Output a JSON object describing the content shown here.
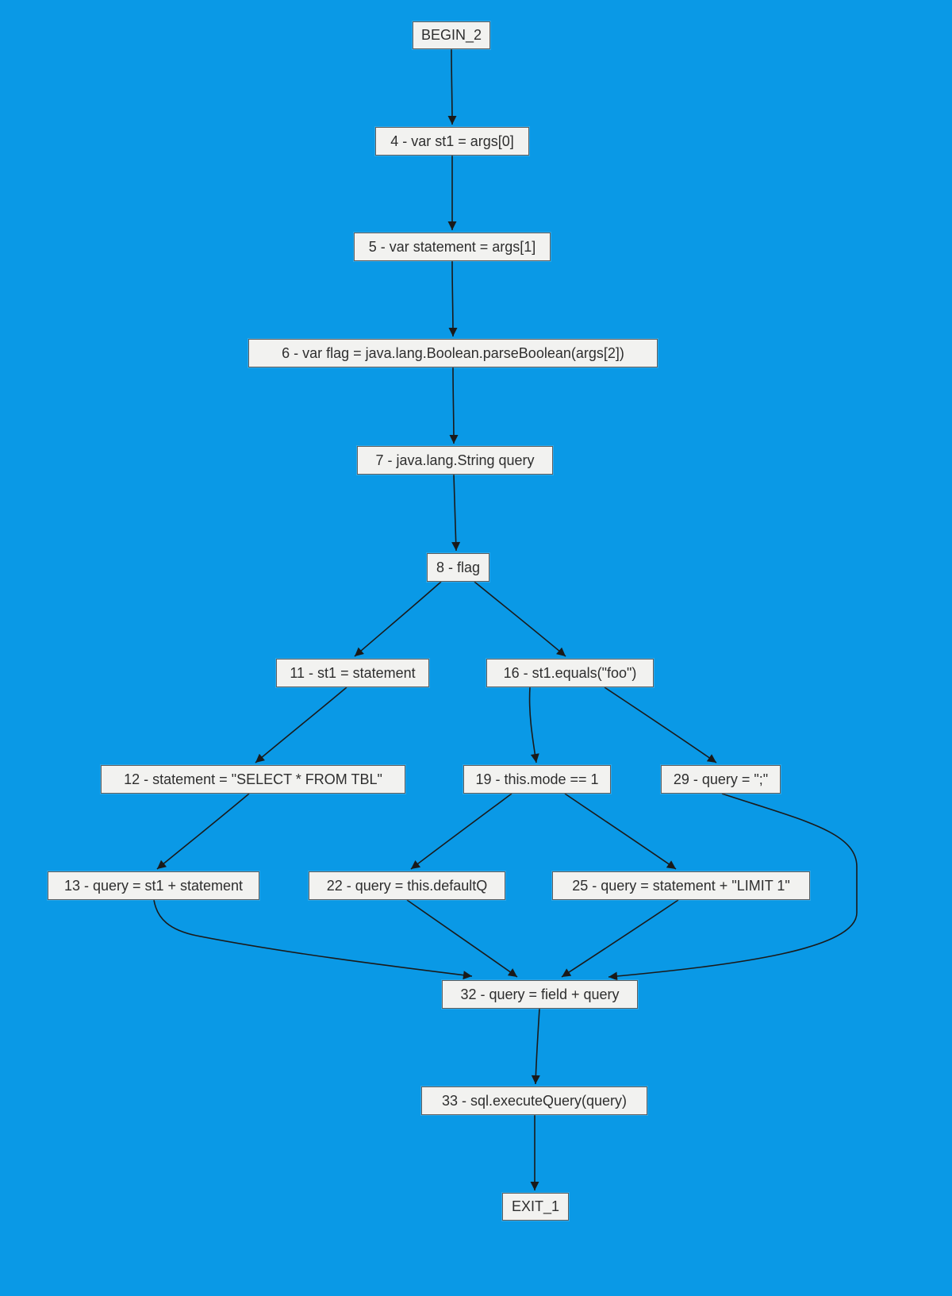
{
  "diagram": {
    "type": "control-flow-graph",
    "colors": {
      "background": "#0a99e6",
      "node_fill": "#f2f2f0",
      "node_border": "#5f5f5f",
      "node_text": "#2e2e2e",
      "edge": "#1a1a1a"
    },
    "nodes": [
      {
        "id": "BEGIN_2",
        "label": "BEGIN_2"
      },
      {
        "id": "4",
        "label": "4 - var st1 = args[0]"
      },
      {
        "id": "5",
        "label": "5 - var statement = args[1]"
      },
      {
        "id": "6",
        "label": "6 - var flag = java.lang.Boolean.parseBoolean(args[2])"
      },
      {
        "id": "7",
        "label": "7 - java.lang.String query"
      },
      {
        "id": "8",
        "label": "8 - flag"
      },
      {
        "id": "11",
        "label": "11 - st1 = statement"
      },
      {
        "id": "16",
        "label": "16 - st1.equals(\"foo\")"
      },
      {
        "id": "12",
        "label": "12 - statement = \"SELECT * FROM TBL\""
      },
      {
        "id": "19",
        "label": "19 - this.mode == 1"
      },
      {
        "id": "29",
        "label": "29 - query = \";\""
      },
      {
        "id": "13",
        "label": "13 - query = st1 + statement"
      },
      {
        "id": "22",
        "label": "22 - query = this.defaultQ"
      },
      {
        "id": "25",
        "label": "25 - query = statement + \"LIMIT 1\""
      },
      {
        "id": "32",
        "label": "32 - query = field + query"
      },
      {
        "id": "33",
        "label": "33 - sql.executeQuery(query)"
      },
      {
        "id": "EXIT_1",
        "label": "EXIT_1"
      }
    ],
    "edges": [
      {
        "from": "BEGIN_2",
        "to": "4"
      },
      {
        "from": "4",
        "to": "5"
      },
      {
        "from": "5",
        "to": "6"
      },
      {
        "from": "6",
        "to": "7"
      },
      {
        "from": "7",
        "to": "8"
      },
      {
        "from": "8",
        "to": "11"
      },
      {
        "from": "8",
        "to": "16"
      },
      {
        "from": "11",
        "to": "12"
      },
      {
        "from": "16",
        "to": "19"
      },
      {
        "from": "16",
        "to": "29"
      },
      {
        "from": "12",
        "to": "13"
      },
      {
        "from": "19",
        "to": "22"
      },
      {
        "from": "19",
        "to": "25"
      },
      {
        "from": "13",
        "to": "32"
      },
      {
        "from": "22",
        "to": "32"
      },
      {
        "from": "25",
        "to": "32"
      },
      {
        "from": "29",
        "to": "32"
      },
      {
        "from": "32",
        "to": "33"
      },
      {
        "from": "33",
        "to": "EXIT_1"
      }
    ]
  }
}
